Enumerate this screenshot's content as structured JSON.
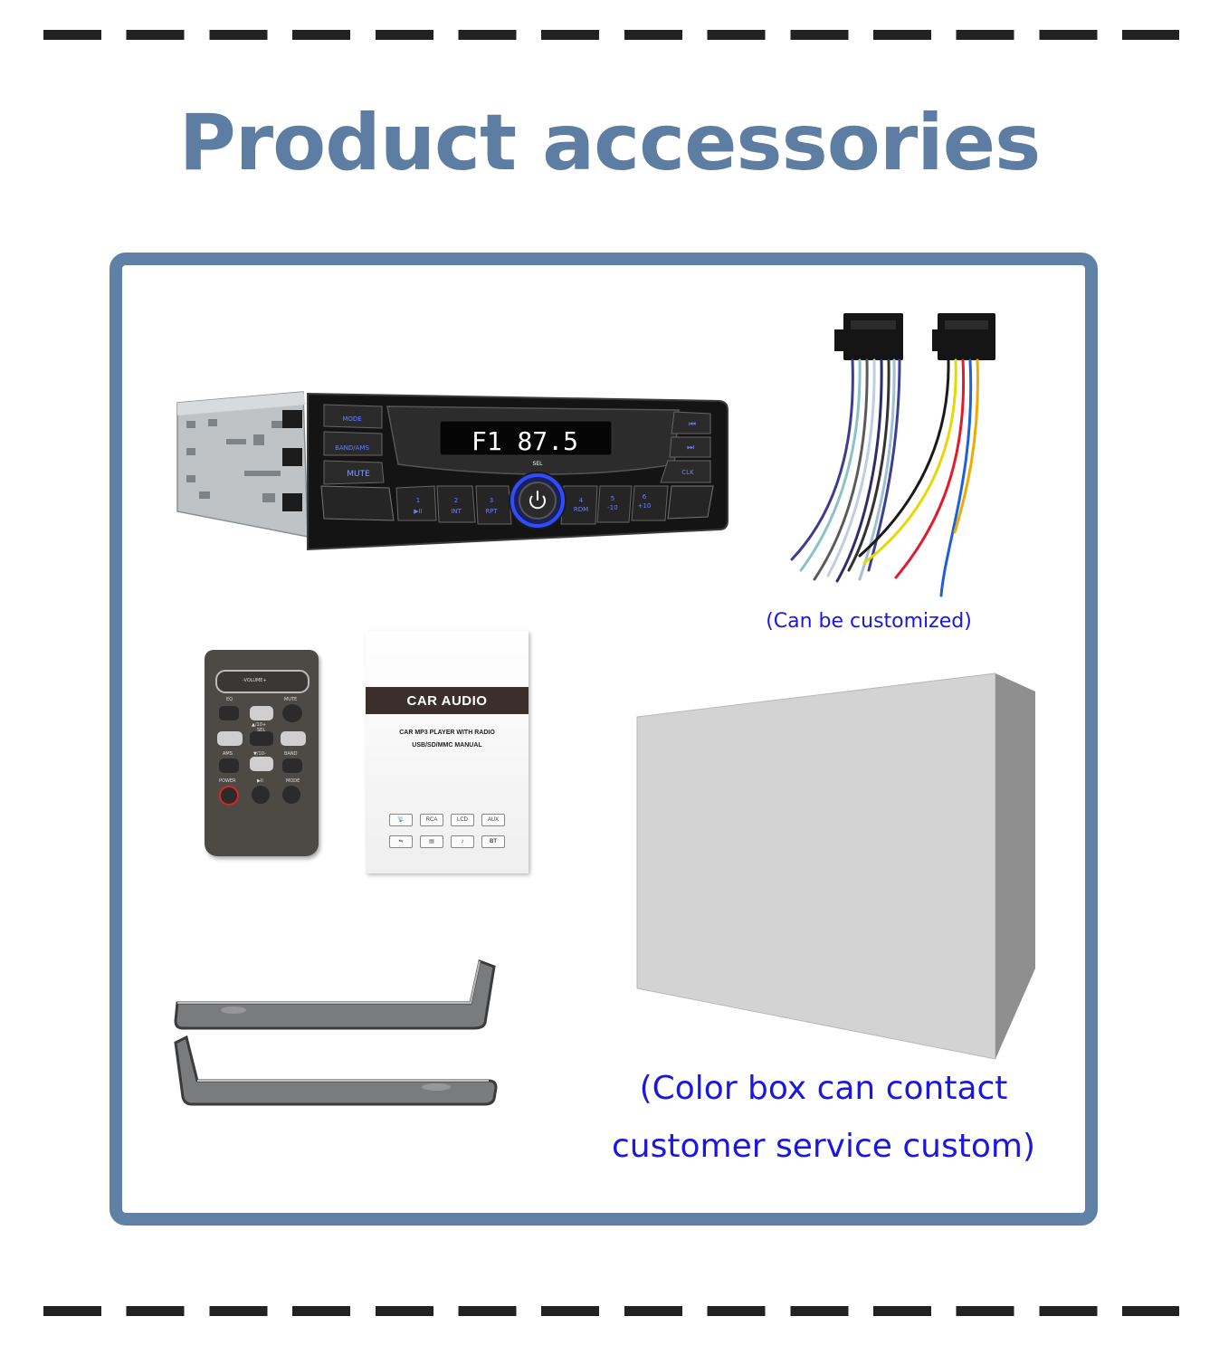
{
  "header": {
    "title": "Product accessories"
  },
  "radio": {
    "buttons": [
      "MODE",
      "BAND/AMS",
      "MUTE",
      "CLK",
      "SEL"
    ],
    "display": "F1  87.5",
    "preset_numbers": [
      "1",
      "2",
      "3",
      "4",
      "5",
      "6"
    ],
    "preset_functions": [
      "▶II",
      "INT",
      "RPT",
      "RDM",
      "-10",
      "+10"
    ]
  },
  "harness": {
    "caption": "(Can be customized)"
  },
  "remote": {
    "volume_label": "-VOLUME+",
    "labels": [
      "EQ",
      "MUTE",
      "▲/10+",
      "SEL",
      "AMS",
      "▼/10-",
      "BAND",
      "POWER",
      "▶II",
      "MODE"
    ]
  },
  "manual": {
    "title": "CAR AUDIO",
    "subtitle_line1": "CAR MP3 PLAYER WITH RADIO",
    "subtitle_line2": "USB/SD/MMC MANUAL",
    "icons": [
      "RCA",
      "LCD",
      "AUX",
      "BT"
    ]
  },
  "color_box": {
    "caption_line1": "(Color box can contact",
    "caption_line2": "customer service custom)"
  },
  "colors": {
    "title": "#5d7ea2",
    "frame_border": "#5e81a5",
    "caption": "#1a18e0",
    "dashes": "#222222"
  }
}
